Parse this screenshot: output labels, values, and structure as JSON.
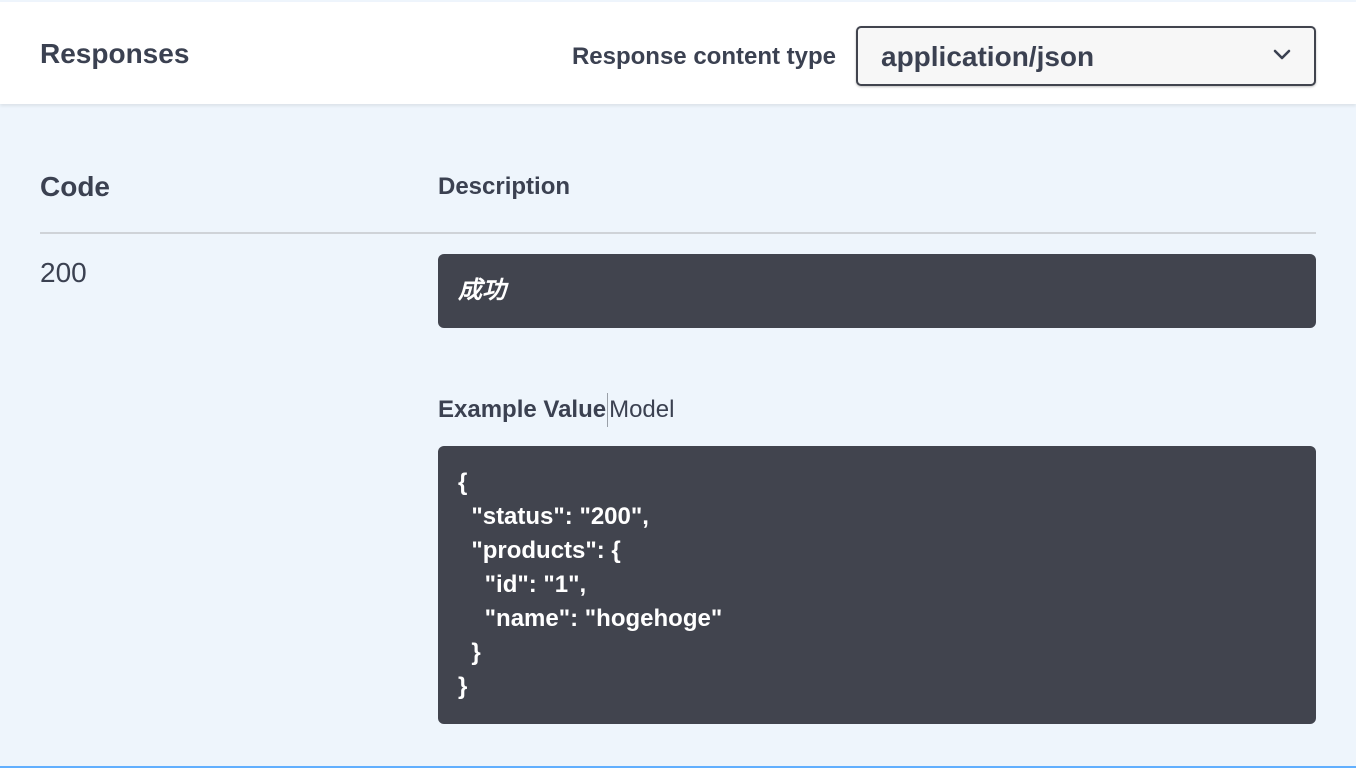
{
  "header": {
    "title": "Responses",
    "content_type_label": "Response content type",
    "content_type_value": "application/json",
    "chevron_icon": "chevron-down-icon"
  },
  "table": {
    "columns": [
      "Code",
      "Description"
    ],
    "rows": [
      {
        "code": "200",
        "description": "成功",
        "tabs": [
          "Example Value",
          "Model"
        ],
        "example": "{\n  \"status\": \"200\",\n  \"products\": {\n    \"id\": \"1\",\n    \"name\": \"hogehoge\"\n  }\n}"
      }
    ]
  },
  "colors": {
    "text": "#3b4151",
    "panel_bg": "#eef5fc",
    "code_bg": "#41444e",
    "accent_border": "#61affe"
  }
}
